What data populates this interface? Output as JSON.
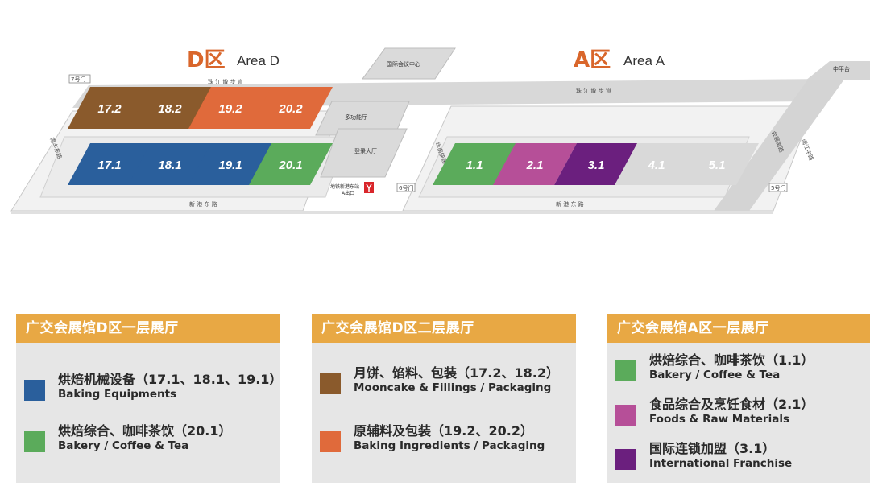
{
  "map": {
    "area_d": {
      "letter": "D区",
      "name": "Area D"
    },
    "area_a": {
      "letter": "A区",
      "name": "Area A"
    },
    "labels": {
      "gate7": "7号门",
      "gate6": "6号门",
      "gate5": "5号门",
      "zhujiang_promenade_left": "珠 江 散 步 道",
      "zhujiang_promenade_right": "珠 江 散 步 道",
      "intl_conference_center": "国际会议中心",
      "multi_function_hall": "多功能厅",
      "registration_hall": "登录大厅",
      "metro_station_line1": "地铁新港东站",
      "metro_station_line2": "A出口",
      "xingang_road_left": "新 港 东 路",
      "xingang_road_right": "新 港 东 路",
      "zhongping_platform": "中平台",
      "road_left_vertical": "南丰东路",
      "road_middle_vertical": "华南快速",
      "road_right_vertical1": "会展南路",
      "road_right_vertical2": "阅江中路"
    },
    "halls": [
      {
        "id": "17.2",
        "color": "#8a5a2c"
      },
      {
        "id": "18.2",
        "color": "#8a5a2c"
      },
      {
        "id": "19.2",
        "color": "#e06a3b"
      },
      {
        "id": "20.2",
        "color": "#e06a3b"
      },
      {
        "id": "17.1",
        "color": "#2a5f9c"
      },
      {
        "id": "18.1",
        "color": "#2a5f9c"
      },
      {
        "id": "19.1",
        "color": "#2a5f9c"
      },
      {
        "id": "20.1",
        "color": "#5bab5b"
      },
      {
        "id": "1.1",
        "color": "#5bab5b"
      },
      {
        "id": "2.1",
        "color": "#b64f98"
      },
      {
        "id": "3.1",
        "color": "#6b1f7e"
      },
      {
        "id": "4.1",
        "color": "#d9d9d9"
      },
      {
        "id": "5.1",
        "color": "#d9d9d9"
      }
    ]
  },
  "legend": {
    "d_floor1": {
      "title": "广交会展馆D区一层展厅",
      "items": [
        {
          "zh": "烘焙机械设备（17.1、18.1、19.1）",
          "en": "Baking Equipments",
          "color": "#2a5f9c"
        },
        {
          "zh": "烘焙综合、咖啡茶饮（20.1）",
          "en": "Bakery / Coffee & Tea",
          "color": "#5bab5b"
        }
      ]
    },
    "d_floor2": {
      "title": "广交会展馆D区二层展厅",
      "items": [
        {
          "zh": "月饼、馅料、包装（17.2、18.2）",
          "en": "Mooncake & Fillings / Packaging",
          "color": "#8a5a2c"
        },
        {
          "zh": "原辅料及包装（19.2、20.2）",
          "en": "Baking Ingredients / Packaging",
          "color": "#e06a3b"
        }
      ]
    },
    "a_floor1": {
      "title": "广交会展馆A区一层展厅",
      "items": [
        {
          "zh": "烘焙综合、咖啡茶饮（1.1）",
          "en": "Bakery / Coffee & Tea",
          "color": "#5bab5b"
        },
        {
          "zh": "食品综合及烹饪食材（2.1）",
          "en": "Foods & Raw Materials",
          "color": "#b64f98"
        },
        {
          "zh": "国际连锁加盟（3.1）",
          "en": "International Franchise",
          "color": "#6b1f7e"
        }
      ]
    }
  },
  "colors": {
    "accent": "#e8a844",
    "area_title": "#d9662b",
    "walkway": "#d6d6d6"
  }
}
